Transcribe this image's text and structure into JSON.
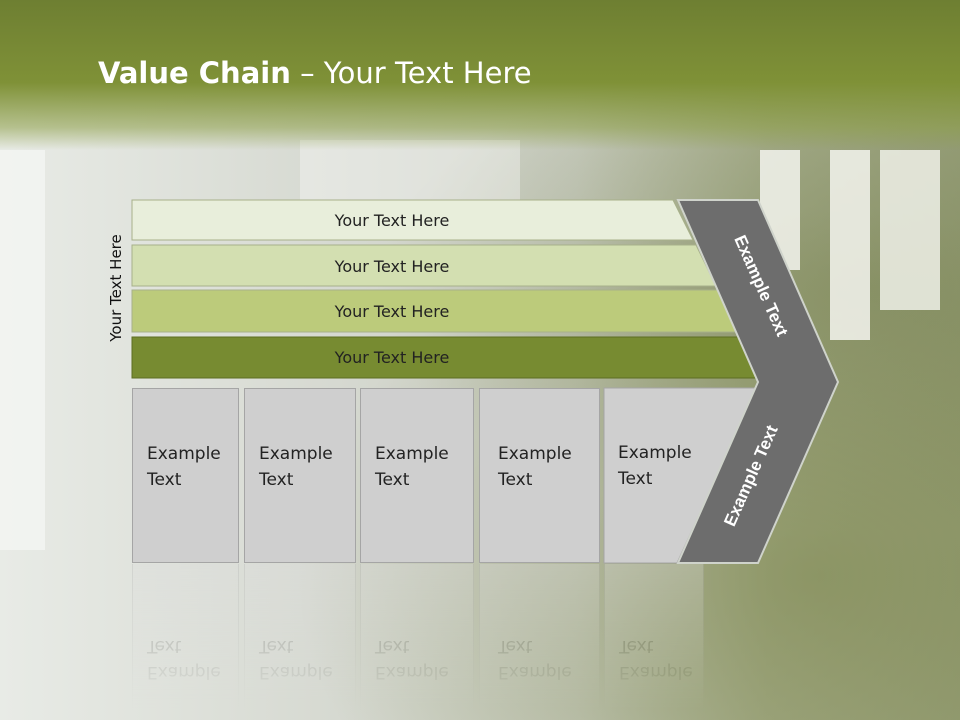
{
  "slide": {
    "title_bold": "Value Chain",
    "title_rest": " – Your Text Here",
    "side_label": "Your Text Here",
    "bars": [
      {
        "label": "Your Text Here",
        "fill": "#e8eedb"
      },
      {
        "label": "Your Text Here",
        "fill": "#d3dfb1"
      },
      {
        "label": "Your Text Here",
        "fill": "#bccb7b"
      },
      {
        "label": "Your Text Here",
        "fill": "#778b31"
      }
    ],
    "boxes": [
      {
        "line1": "Example",
        "line2": "Text"
      },
      {
        "line1": "Example",
        "line2": "Text"
      },
      {
        "line1": "Example",
        "line2": "Text"
      },
      {
        "line1": "Example",
        "line2": "Text"
      },
      {
        "line1": "Example",
        "line2": "Text"
      }
    ],
    "chevron_upper_text": "Example Text",
    "chevron_lower_text": "Example Text",
    "chevron_color": "#6d6d6d",
    "header_color": "#7a8c34"
  }
}
